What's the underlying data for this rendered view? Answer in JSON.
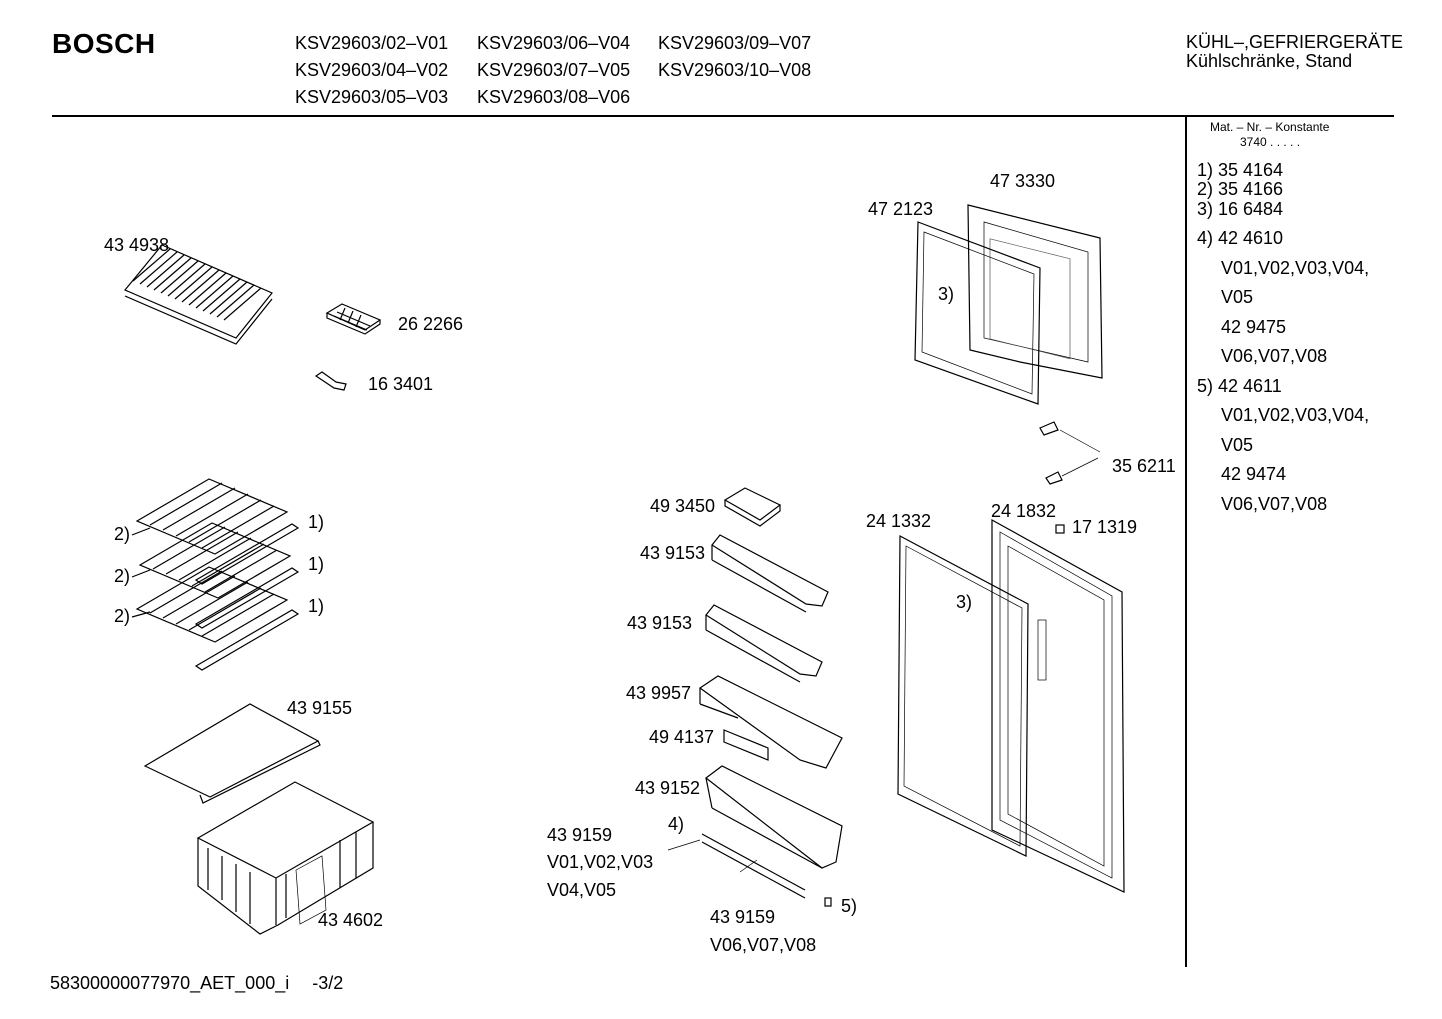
{
  "header": {
    "brand": "BOSCH",
    "models": [
      "KSV29603/02–V01",
      "KSV29603/06–V04",
      "KSV29603/09–V07",
      "KSV29603/04–V02",
      "KSV29603/07–V05",
      "KSV29603/10–V08",
      "KSV29603/05–V03",
      "KSV29603/08–V06"
    ],
    "category": "KÜHL–,GEFRIERGERÄTE",
    "subcategory": "Kühlschränke, Stand"
  },
  "sidebar": {
    "title": "Mat. – Nr. – Konstante",
    "constant": "3740  .  .  .  .  .",
    "items": [
      "1) 35 4164",
      "2) 35 4166",
      "3) 16 6484",
      "4) 42 4610",
      "V01,V02,V03,V04,",
      "V05",
      "42 9475",
      "V06,V07,V08",
      "5) 42 4611",
      "V01,V02,V03,V04,",
      "V05",
      "42 9474",
      "V06,V07,V08"
    ]
  },
  "parts": {
    "p434938": "43 4938",
    "p262266": "26 2266",
    "p163401": "16 3401",
    "ref2a": "2)",
    "ref1a": "1)",
    "ref2b": "2)",
    "ref1b": "1)",
    "ref2c": "2)",
    "ref1c": "1)",
    "p439155": "43 9155",
    "p434602": "43 4602",
    "p473330": "47 3330",
    "p472123": "47 2123",
    "ref3a": "3)",
    "p356211": "35 6211",
    "p493450": "49 3450",
    "p439153a": "43 9153",
    "p439153b": "43 9153",
    "p439957": "43 9957",
    "p494137": "49 4137",
    "p439152": "43 9152",
    "ref4": "4)",
    "p439159a": "43 9159",
    "p439159a_v1": "V01,V02,V03",
    "p439159a_v2": "V04,V05",
    "p439159b": "43 9159",
    "p439159b_v": "V06,V07,V08",
    "ref5": "5)",
    "p241332": "24 1332",
    "p241832": "24 1832",
    "p171319": "17 1319",
    "ref3b": "3)"
  },
  "footer": {
    "code": "58300000077970_AET_000_i",
    "page": "-3/2"
  }
}
